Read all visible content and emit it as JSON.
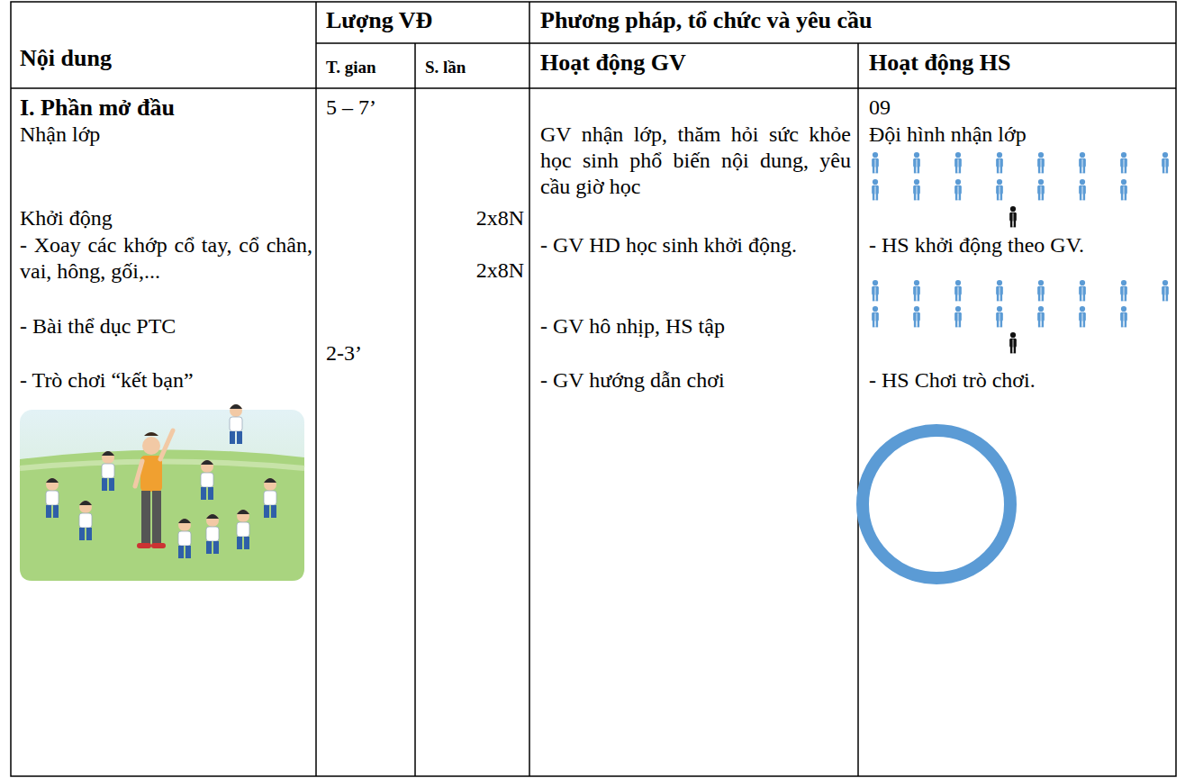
{
  "diagram": {
    "labels": [
      "Nội dung",
      "Lượng VĐ",
      "Phương pháp, tổ chức và yêu cầu",
      "T. gian",
      "S. lần",
      "Hoạt động GV",
      "Hoạt động HS",
      "I. Phần mở đầu",
      "Nhận lớp",
      "Khởi động",
      "- Xoay các khớp cổ tay, cổ chân, vai, hông, gối,...",
      "- Bài thể dục PTC",
      "- Trò chơi “kết bạn”",
      "5 – 7’",
      "2-3’",
      "2x8N",
      "2x8N",
      "GV nhận lớp, thăm hỏi sức khỏe học sinh phổ biến nội dung, yêu cầu giờ học",
      "- GV HD học sinh khởi động.",
      "- GV hô nhịp, HS tập",
      "- GV hướng dẫn chơi",
      "09",
      "Đội hình nhận lớp",
      "- HS khởi động theo GV.",
      "- HS Chơi trò chơi."
    ]
  }
}
